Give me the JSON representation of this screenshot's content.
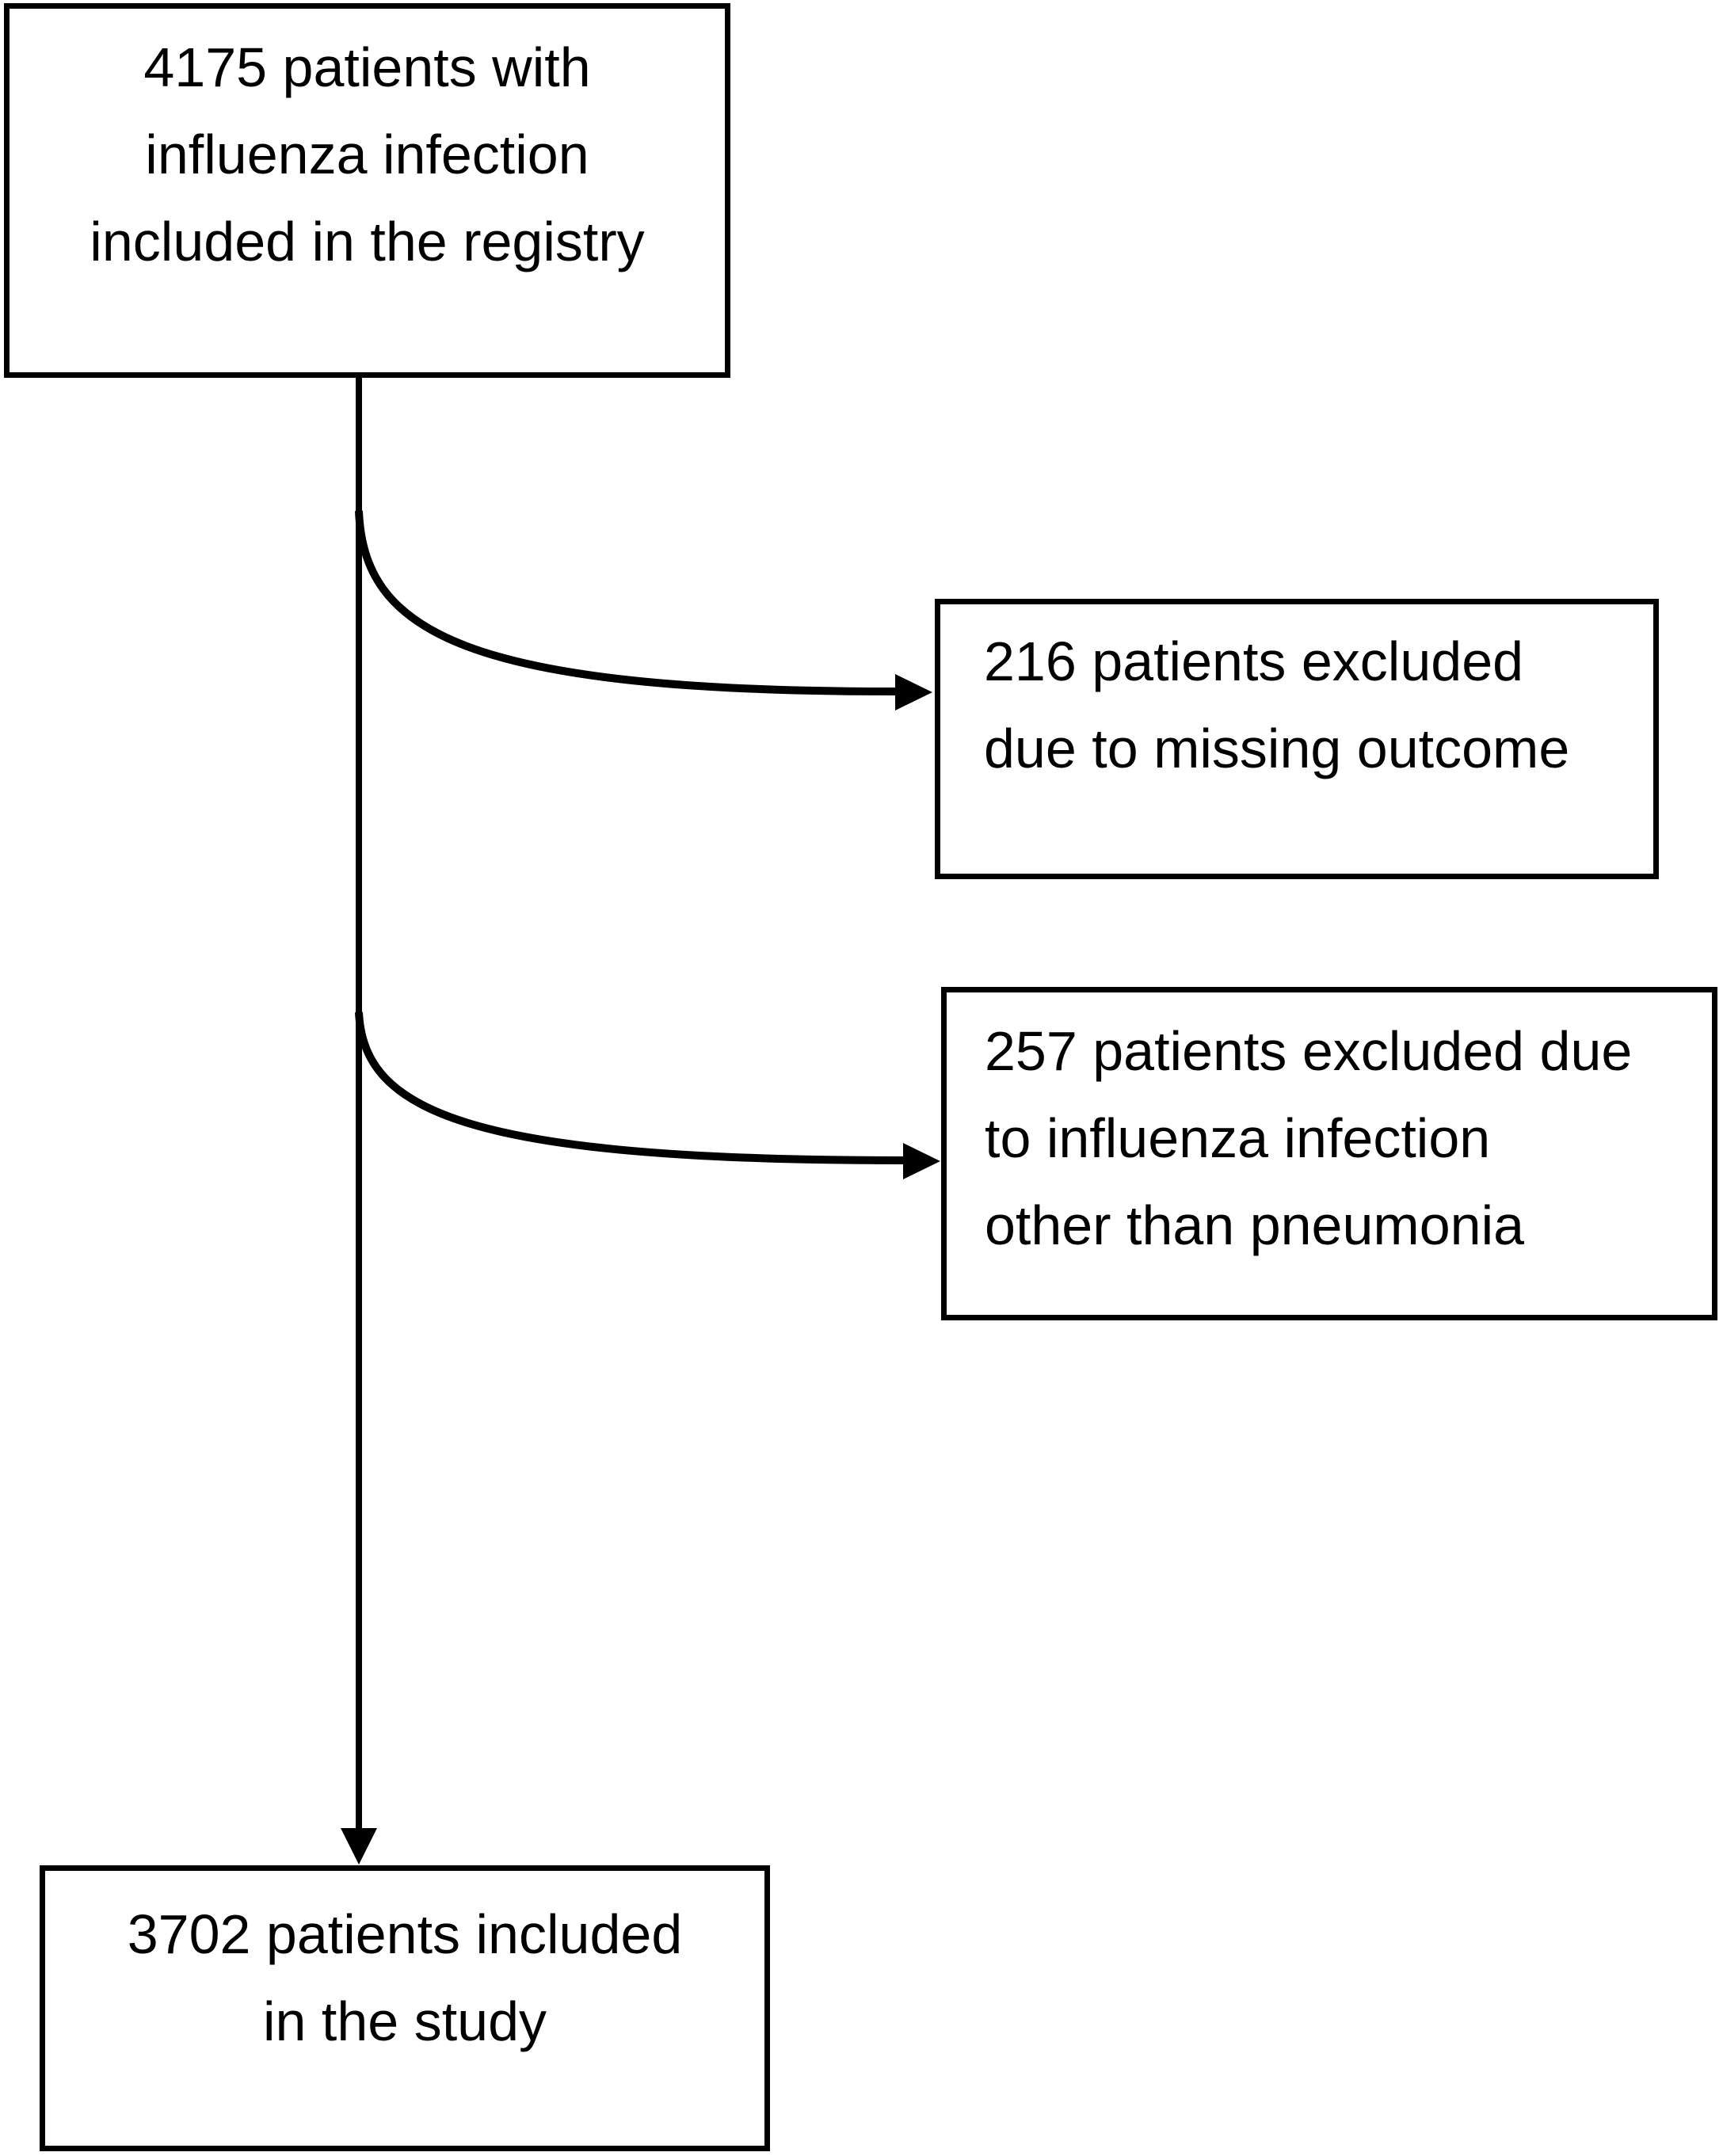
{
  "figure": {
    "background_color": "#ffffff",
    "line_color": "#000000",
    "boxes": {
      "registry": {
        "count": 4175,
        "lines": [
          "4175 patients with",
          "influenza infection",
          "included in the registry"
        ]
      },
      "excluded_missing_outcome": {
        "count": 216,
        "lines": [
          "216 patients excluded",
          "due to missing outcome"
        ]
      },
      "excluded_non_pneumonia": {
        "count": 257,
        "lines": [
          "257 patients excluded due",
          "to influenza infection",
          "other than pneumonia"
        ]
      },
      "included_study": {
        "count": 3702,
        "lines": [
          "3702 patients included",
          "in the study"
        ]
      }
    }
  }
}
